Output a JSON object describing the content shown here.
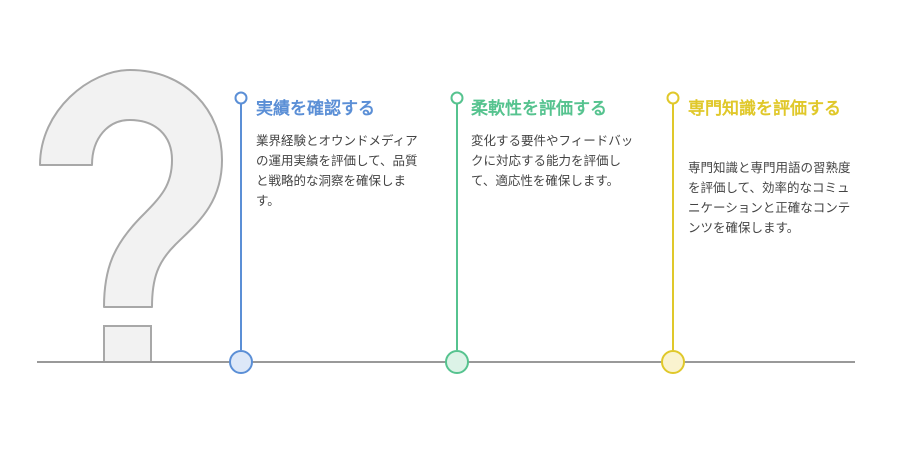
{
  "colors": {
    "blue": "#5b8fd6",
    "green": "#56c38f",
    "yellow": "#e0c82a",
    "axis": "#999999",
    "question_fill": "#f2f2f2",
    "question_stroke": "#a8a8a8"
  },
  "icons": {
    "question": "question-mark-icon"
  },
  "steps": [
    {
      "title": "実績を確認する",
      "description": "業界経験とオウンドメディアの運用実績を評価して、品質と戦略的な洞察を確保します。",
      "color": "#5b8fd6"
    },
    {
      "title": "柔軟性を評価する",
      "description": "変化する要件やフィードバックに対応する能力を評価して、適応性を確保します。",
      "color": "#56c38f"
    },
    {
      "title": "専門知識を評価する",
      "description": "専門知識と専門用語の習熟度を評価して、効率的なコミュニケーションと正確なコンテンツを確保します。",
      "color": "#e0c82a"
    }
  ]
}
